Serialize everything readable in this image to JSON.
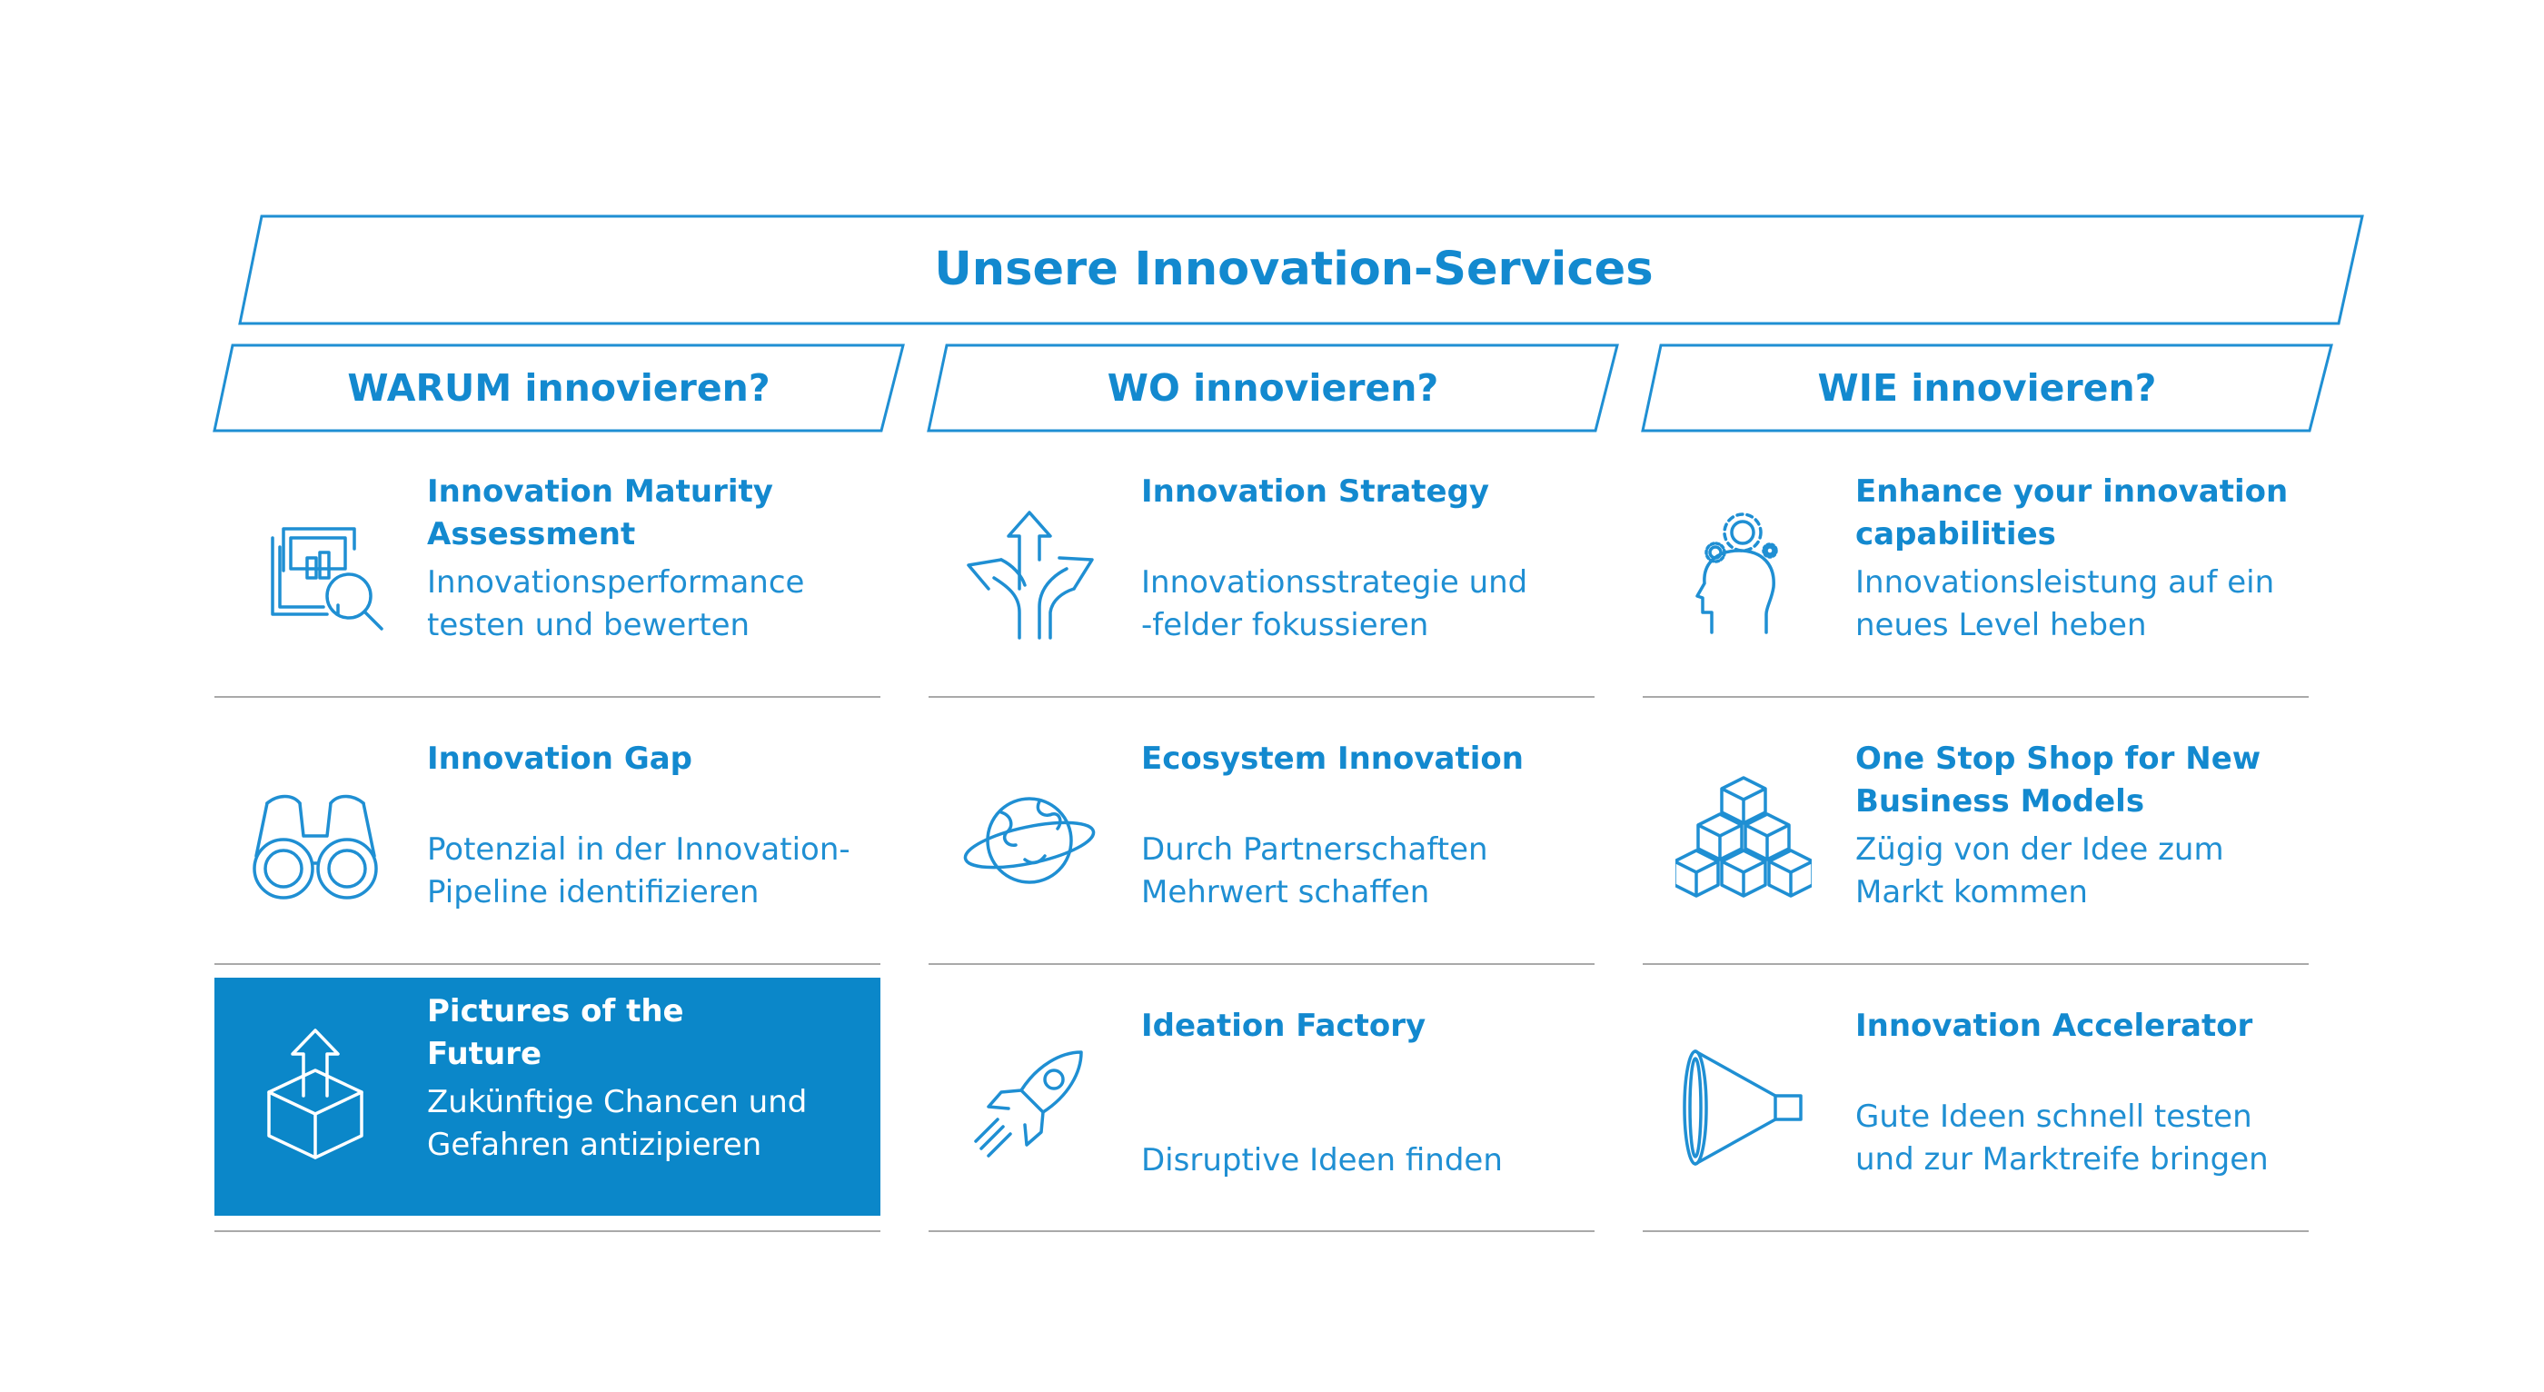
{
  "header": {
    "title": "Unsere Innovation-Services"
  },
  "columns": [
    {
      "heading": "WARUM innovieren?",
      "cards": [
        {
          "title": "Innovation Maturity\nAssessment",
          "description": "Innovationsperformance\ntesten und bewerten",
          "icon": "chart-magnifier-icon",
          "highlighted": false
        },
        {
          "title": "Innovation Gap",
          "description": "Potenzial in der Innovation-\nPipeline identifizieren",
          "icon": "binoculars-icon",
          "highlighted": false
        },
        {
          "title": "Pictures of the\nFuture",
          "description": "Zukünftige Chancen und\nGefahren antizipieren",
          "icon": "box-upload-icon",
          "highlighted": true
        }
      ]
    },
    {
      "heading": "WO innovieren?",
      "cards": [
        {
          "title": "Innovation Strategy",
          "description": "Innovationsstrategie und\n-felder fokussieren",
          "icon": "direction-arrows-icon",
          "highlighted": false
        },
        {
          "title": "Ecosystem Innovation",
          "description": "Durch Partnerschaften\nMehrwert schaffen",
          "icon": "globe-ring-icon",
          "highlighted": false
        },
        {
          "title": "Ideation Factory",
          "description": "Disruptive Ideen finden",
          "icon": "rocket-icon",
          "highlighted": false
        }
      ]
    },
    {
      "heading": "WIE innovieren?",
      "cards": [
        {
          "title": "Enhance your innovation\ncapabilities",
          "description": "Innovationsleistung auf ein\nneues Level heben",
          "icon": "head-gears-icon",
          "highlighted": false
        },
        {
          "title": "One Stop Shop for New\nBusiness Models",
          "description": "Zügig von der Idee zum\nMarkt kommen",
          "icon": "stacked-cubes-icon",
          "highlighted": false
        },
        {
          "title": "Innovation Accelerator",
          "description": "Gute Ideen schnell testen\nund zur Marktreife bringen",
          "icon": "funnel-icon",
          "highlighted": false
        }
      ]
    }
  ],
  "colors": {
    "accent": "#1389cf",
    "highlight_bg": "#0b87c9",
    "divider": "#a9a9a9"
  }
}
